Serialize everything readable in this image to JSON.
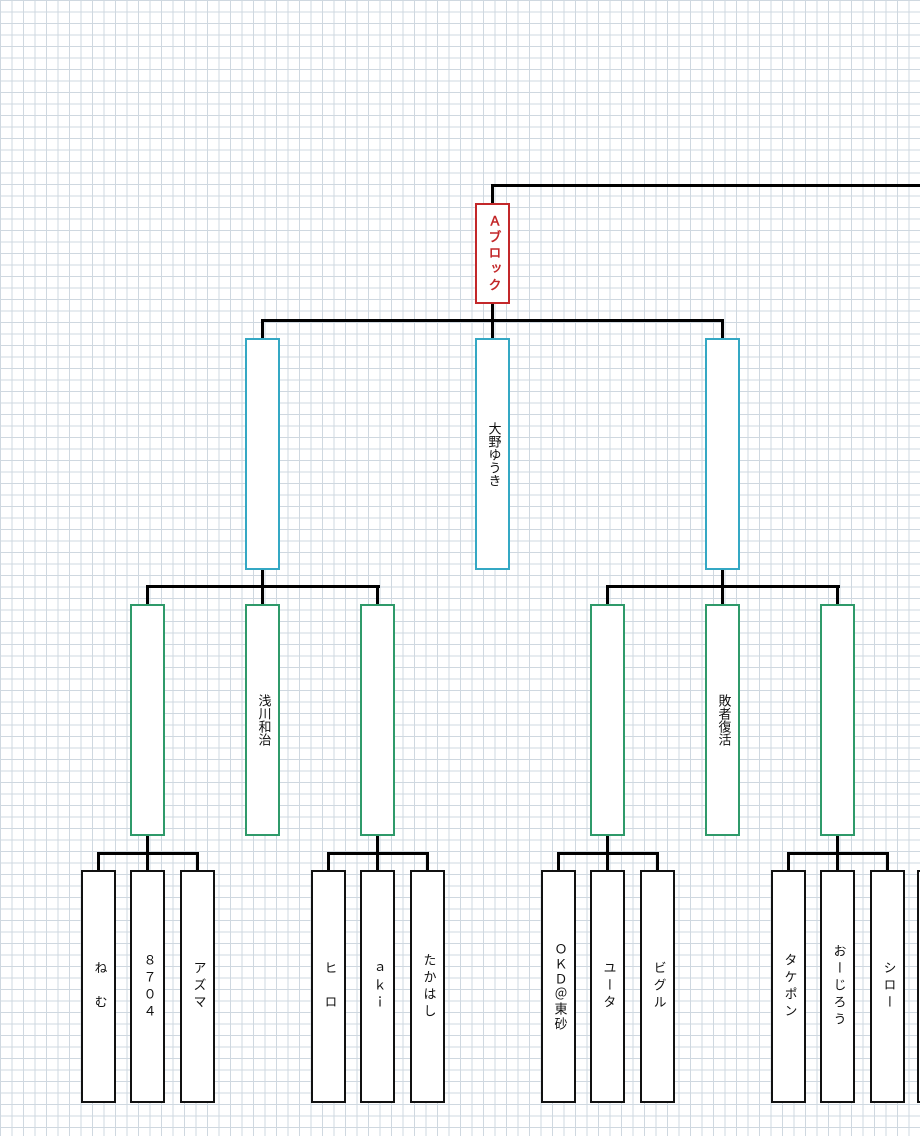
{
  "bracket": {
    "root": {
      "label": "Ａブロック",
      "color": "#c3282a"
    },
    "tier1": [
      {
        "label": ""
      },
      {
        "label": "大野ゆうき"
      },
      {
        "label": ""
      }
    ],
    "tier2": [
      {
        "label": ""
      },
      {
        "label": "浅川和治"
      },
      {
        "label": ""
      },
      {
        "label": ""
      },
      {
        "label": "敗者復活"
      },
      {
        "label": ""
      }
    ],
    "players": [
      {
        "label": "ね　む"
      },
      {
        "label": "８７０４"
      },
      {
        "label": "アズマ"
      },
      {
        "label": "ヒ　ロ"
      },
      {
        "label": "ａｋｉ"
      },
      {
        "label": "たかはし"
      },
      {
        "label": "ＯＫＤ＠東砂"
      },
      {
        "label": "ユータ"
      },
      {
        "label": "ビグル"
      },
      {
        "label": "タケポン"
      },
      {
        "label": "おーじろう"
      },
      {
        "label": "シロー"
      }
    ]
  },
  "colors": {
    "root_border": "#c3282a",
    "tier1_border": "#34a8c4",
    "tier2_border": "#2f9a6a",
    "player_border": "#111111",
    "grid": "#cfd8e0"
  }
}
